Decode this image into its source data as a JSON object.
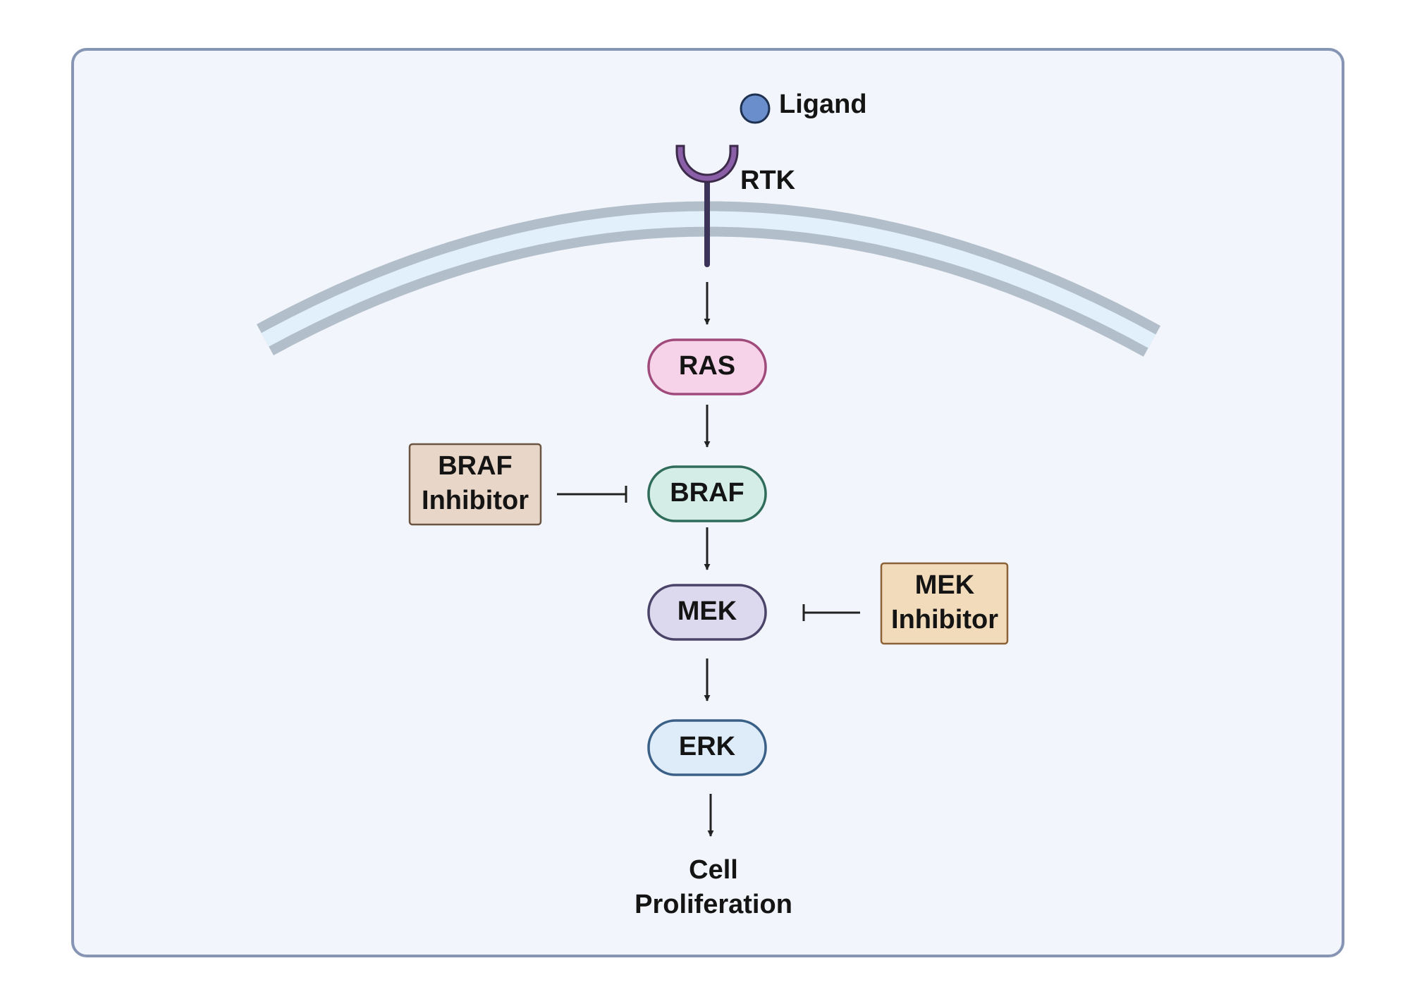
{
  "ligand": {
    "label": "Ligand",
    "color": "#6a8dcc"
  },
  "receptor": {
    "label": "RTK",
    "color": "#8b5ea8"
  },
  "nodes": {
    "ras": {
      "label": "RAS",
      "fill": "#f6d3e8",
      "stroke": "#a04a7c"
    },
    "braf": {
      "label": "BRAF",
      "fill": "#d4ede6",
      "stroke": "#2f6c5a"
    },
    "mek": {
      "label": "MEK",
      "fill": "#dcd9ef",
      "stroke": "#4b4368"
    },
    "erk": {
      "label": "ERK",
      "fill": "#deebf8",
      "stroke": "#3a6088"
    }
  },
  "inhibitors": {
    "braf": {
      "line1": "BRAF",
      "line2": "Inhibitor",
      "fill": "#e8d6c8",
      "stroke": "#6b5442"
    },
    "mek": {
      "line1": "MEK",
      "line2": "Inhibitor",
      "fill": "#f2dbba",
      "stroke": "#8b6238"
    }
  },
  "outcome": {
    "line1": "Cell",
    "line2": "Proliferation"
  },
  "colors": {
    "panel_bg": "#f2f5fb",
    "panel_border": "#8795b5",
    "membrane_outer": "#b2bec9",
    "membrane_inner": "#e2f0fc",
    "arrow": "#222222"
  }
}
